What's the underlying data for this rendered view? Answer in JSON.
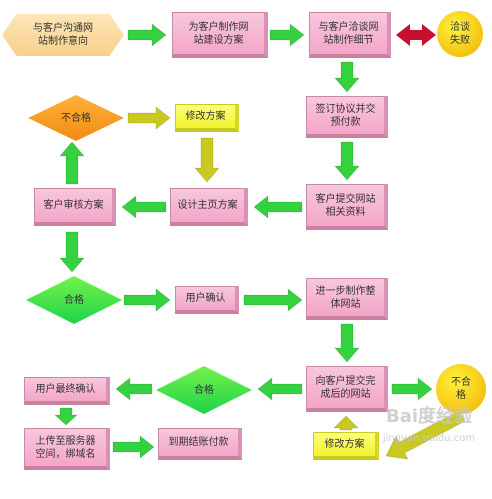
{
  "colors": {
    "pink": "#f3a6c8",
    "yellow": "#f1f22e",
    "green_arrow": "#34d23f",
    "olive_arrow": "#c9c91f",
    "red_arrow": "#c8102e",
    "diamond_green": "#1ed34a",
    "diamond_orange": "#f08b13",
    "circle": "#f4bf10"
  },
  "nodes": {
    "start": "与客户沟通网\n站制作意向",
    "build_plan": "为客户制作网\n站建设方案",
    "negotiate": "与客户洽谈网\n站制作细节",
    "fail": "洽谈\n失败",
    "sign": "签订协议并交\n预付款",
    "submit_materials": "客户提交网站\n相关资料",
    "design_home": "设计主页方案",
    "customer_review": "客户审核方案",
    "unqualified_1": "不合格",
    "revise_1": "修改方案",
    "qualified_1": "合格",
    "user_confirm": "用户确认",
    "further_build": "进一步制作整\n体网站",
    "submit_site": "向客户提交完\n成后的网站",
    "unqualified_2": "不合\n格",
    "revise_2": "修改方案",
    "qualified_2": "合格",
    "final_confirm": "用户最终确认",
    "upload": "上传至服务器\n空间，绑域名",
    "settle": "到期结账付款"
  },
  "watermark": {
    "brand": "Bai度经验",
    "sub": "jingyan.baidu.com"
  }
}
